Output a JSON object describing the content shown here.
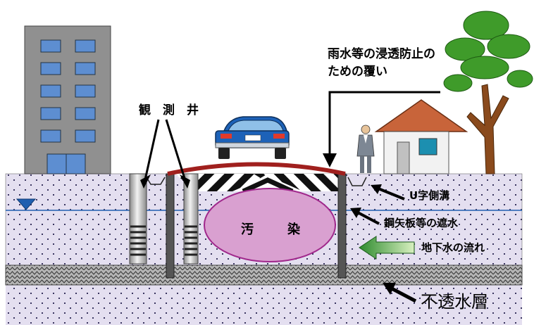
{
  "labels": {
    "observation_well": "観　測　井",
    "cover": [
      "雨水等の浸透防止の",
      "ための覆い"
    ],
    "u_ditch": "U字側溝",
    "sheet_pile": "鋼矢板等の遮水",
    "groundwater_flow": "地下水の流れ",
    "impermeable_layer": "不透水層",
    "contamination": [
      "汚",
      "染"
    ]
  },
  "colors": {
    "soil": "#e4dff0",
    "soil_dots": "#3a3560",
    "impermeable": "#b5b5b5",
    "contamination_fill": "#d9a0d0",
    "contamination_stroke": "#a0288c",
    "water_table": "#1f5fb0",
    "water_marker": "#1f5fb0",
    "cover": "#a0201e",
    "car": "#1d62b8",
    "building": "#909090",
    "window": "#5d8ed1",
    "roof": "#c8643a",
    "arrow_green": "#3aa03a"
  },
  "icons": [
    "office-building-icon",
    "car-icon",
    "person-icon",
    "house-icon",
    "tree-icon",
    "water-table-marker-icon"
  ]
}
